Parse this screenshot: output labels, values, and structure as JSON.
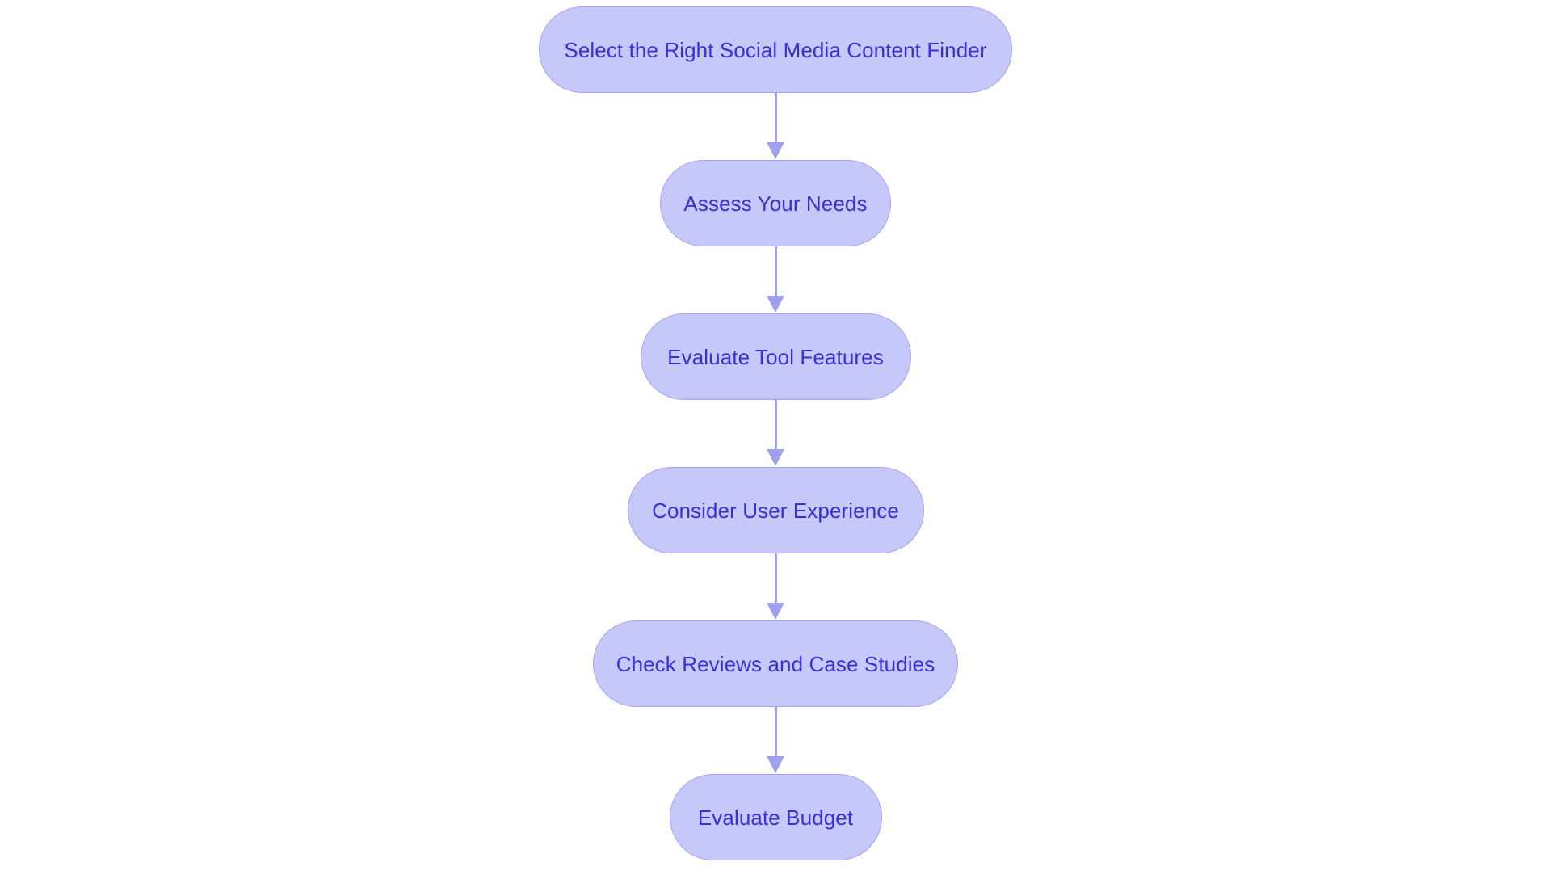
{
  "diagram": {
    "type": "flowchart",
    "orientation": "vertical-top-to-bottom",
    "title": "Select the Right Social Media Content Finder",
    "background_color": "#ffffff",
    "node_fill_color": "#c7c8fa",
    "node_border_color": "#a4a5f0",
    "node_text_color": "#3730d8",
    "connector_color": "#9fa0ee",
    "node_shape": "pill",
    "nodes": [
      {
        "id": "node-0",
        "label": "Select the Right Social Media Content Finder"
      },
      {
        "id": "node-1",
        "label": "Assess Your Needs"
      },
      {
        "id": "node-2",
        "label": "Evaluate Tool Features"
      },
      {
        "id": "node-3",
        "label": "Consider User Experience"
      },
      {
        "id": "node-4",
        "label": "Check Reviews and Case Studies"
      },
      {
        "id": "node-5",
        "label": "Evaluate Budget"
      }
    ],
    "connectors": [
      {
        "id": "arrow-0",
        "from": "node-0",
        "to": "node-1",
        "marker": "arrowhead-down"
      },
      {
        "id": "arrow-1",
        "from": "node-1",
        "to": "node-2",
        "marker": "arrowhead-down"
      },
      {
        "id": "arrow-2",
        "from": "node-2",
        "to": "node-3",
        "marker": "arrowhead-down"
      },
      {
        "id": "arrow-3",
        "from": "node-3",
        "to": "node-4",
        "marker": "arrowhead-down"
      },
      {
        "id": "arrow-4",
        "from": "node-4",
        "to": "node-5",
        "marker": "arrowhead-down"
      }
    ]
  }
}
